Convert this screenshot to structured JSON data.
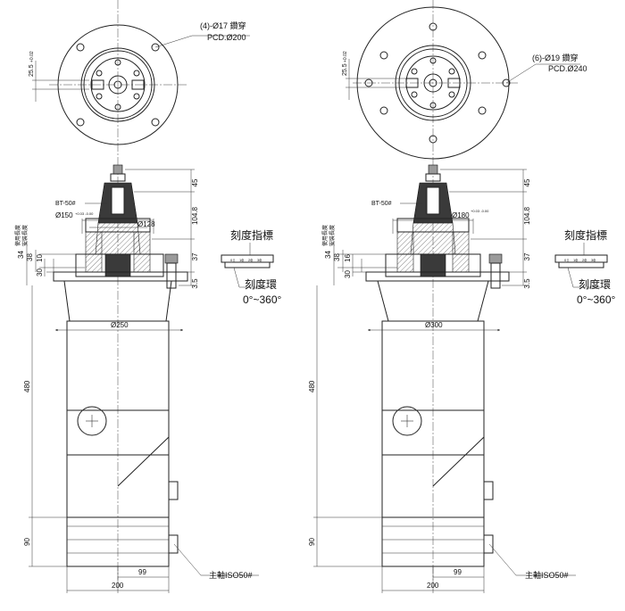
{
  "left": {
    "hole_note": "(4)-Ø17 鑽穿",
    "pcd": "PCD.Ø200",
    "top_dim": "25.5",
    "top_dim_tol": "+0.02",
    "bt_label": "BT-50#",
    "bore_outer": "Ø150",
    "bore_outer_tol": "+0.03 -0.00",
    "bore_inner": "Ø128",
    "usage_label": "使用長度",
    "mount_label": "安裝長度",
    "dim_45": "45",
    "dim_104_8": "104.8",
    "dim_37": "37",
    "dim_3_5": "3.5",
    "dim_34": "34",
    "dim_38": "38",
    "dim_10": "10",
    "dim_30": "30",
    "dia_250": "Ø250",
    "dim_480": "480",
    "dim_90": "90",
    "dim_99": "99",
    "dim_200": "200",
    "scale_title": "刻度指標",
    "ring_title": "刻度環",
    "ring_range": "0°~360°",
    "scale_marks": [
      "0",
      "10",
      "20",
      "30"
    ],
    "spindle_label": "主軸ISO50#"
  },
  "right": {
    "hole_note": "(6)-Ø19 鑽穿",
    "pcd": "PCD.Ø240",
    "top_dim": "25.5",
    "top_dim_tol": "+0.02",
    "bt_label": "BT-50#",
    "bore_outer": "Ø180",
    "bore_outer_tol": "+0.03 -0.00",
    "usage_label": "使用長度",
    "mount_label": "安裝長度",
    "dim_45": "45",
    "dim_104_8": "104.8",
    "dim_37": "37",
    "dim_3_5": "3.5",
    "dim_34": "34",
    "dim_38": "38",
    "dim_16": "16",
    "dim_30": "30",
    "dia_300": "Ø300",
    "dim_480": "480",
    "dim_90": "90",
    "dim_99": "99",
    "dim_200": "200",
    "scale_title": "刻度指標",
    "ring_title": "刻度環",
    "ring_range": "0°~360°",
    "scale_marks": [
      "0",
      "10",
      "20",
      "30"
    ],
    "spindle_label": "主軸ISO50#"
  }
}
